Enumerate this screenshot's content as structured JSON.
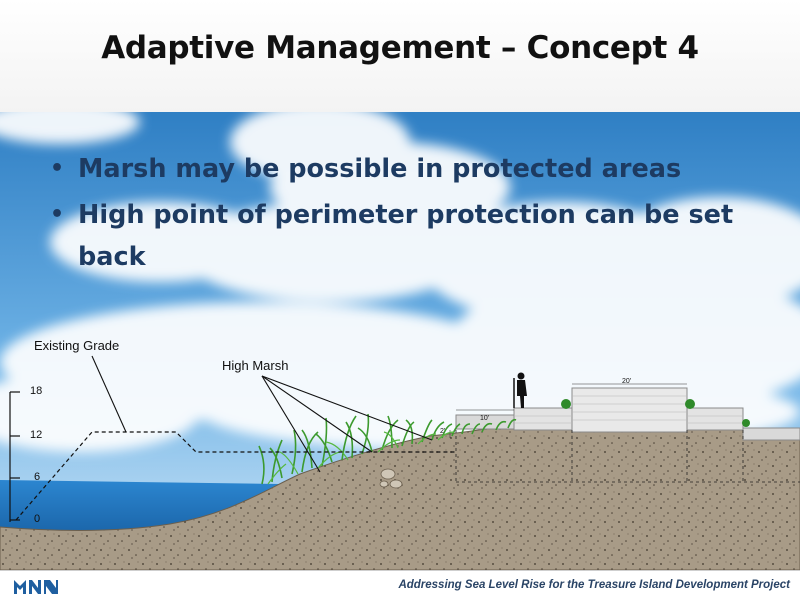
{
  "slide": {
    "title": "Adaptive Management – Concept 4",
    "bullets": [
      "Marsh may be possible in protected areas",
      "High point of perimeter protection can be set back"
    ]
  },
  "diagram": {
    "label_existing_grade": "Existing Grade",
    "label_high_marsh": "High Marsh",
    "elevation_ticks": [
      "18",
      "12",
      "6",
      "0"
    ],
    "dim_10ft": "10'",
    "dim_20ft": "20'",
    "dim_2ft": "2'"
  },
  "footer": {
    "text": "Addressing Sea Level Rise for the Treasure Island Development Project"
  },
  "colors": {
    "title_text": "#111111",
    "bullet_text": "#1d3b62",
    "footer_text": "#2a4466",
    "sky_top": "#2f7fc4",
    "water": "#1f6fb8",
    "soil": "#a89b87",
    "marsh": "#3c9a2e"
  }
}
